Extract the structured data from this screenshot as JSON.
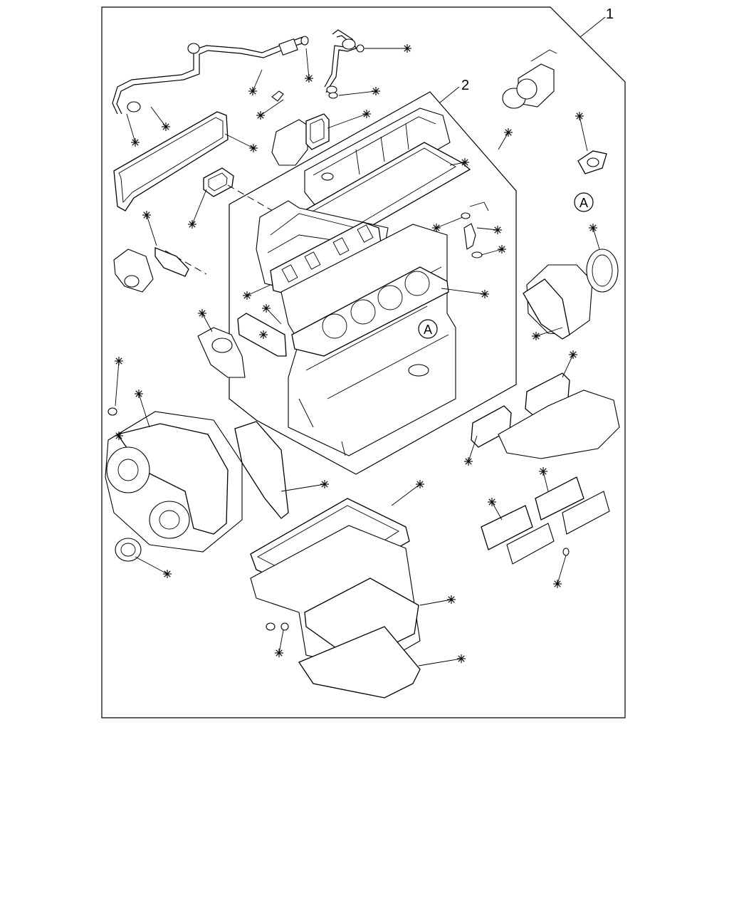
{
  "diagram": {
    "callouts": {
      "kit_number": "1",
      "subkit_number": "2",
      "ref_a_top": "A",
      "ref_a_block": "A",
      "marker_symbol": "✻"
    },
    "marker_count": 38
  }
}
